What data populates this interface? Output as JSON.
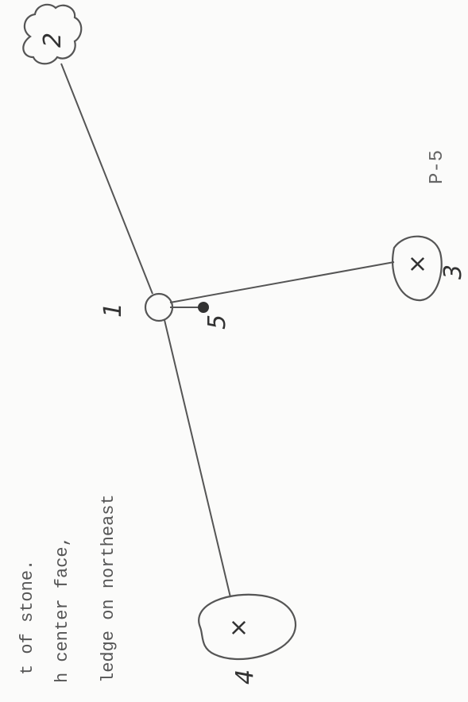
{
  "page": {
    "number": "P-5"
  },
  "text_lines": [
    "t of stone.",
    "h center face,",
    "ledge on northeast"
  ],
  "nodes": [
    {
      "id": "1",
      "label": "1",
      "shape": "circle",
      "mark": ""
    },
    {
      "id": "2",
      "label": "2",
      "shape": "cloud",
      "mark": ""
    },
    {
      "id": "3",
      "label": "3",
      "shape": "blob",
      "mark": "×"
    },
    {
      "id": "4",
      "label": "4",
      "shape": "blob",
      "mark": "×"
    },
    {
      "id": "5",
      "label": "5",
      "shape": "dot",
      "mark": ""
    }
  ],
  "edges": [
    {
      "from": "1",
      "to": "2"
    },
    {
      "from": "1",
      "to": "3"
    },
    {
      "from": "1",
      "to": "4"
    },
    {
      "from": "1",
      "to": "5"
    }
  ],
  "colors": {
    "paper": "#fbfbfa",
    "ink": "#555555",
    "dot": "#333333"
  }
}
